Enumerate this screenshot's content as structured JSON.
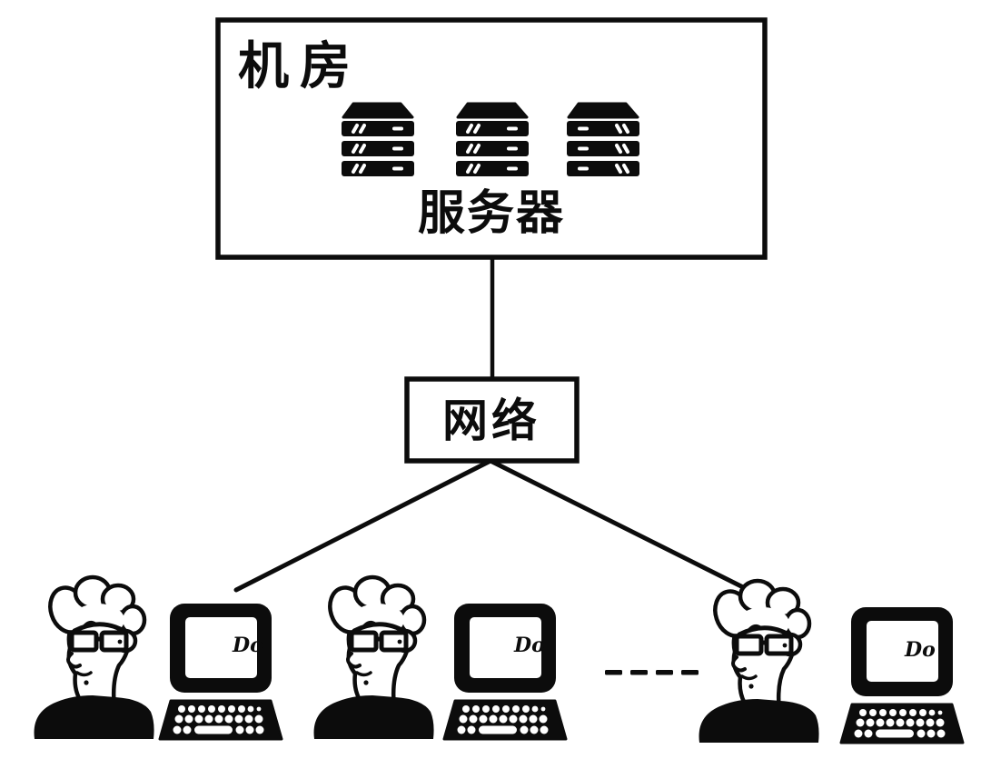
{
  "canvas": {
    "background": "#ffffff",
    "ink": "#0c0c0c"
  },
  "server_room": {
    "title": "机房",
    "caption": "服务器",
    "rack_count": 3
  },
  "network_node": {
    "label": "网络"
  },
  "clients": {
    "user_count": 3,
    "computers": [
      {
        "screen_text": "Do"
      },
      {
        "screen_text": "Do"
      },
      {
        "screen_text": "Do"
      }
    ],
    "ellipsis_dash_count": 4
  }
}
